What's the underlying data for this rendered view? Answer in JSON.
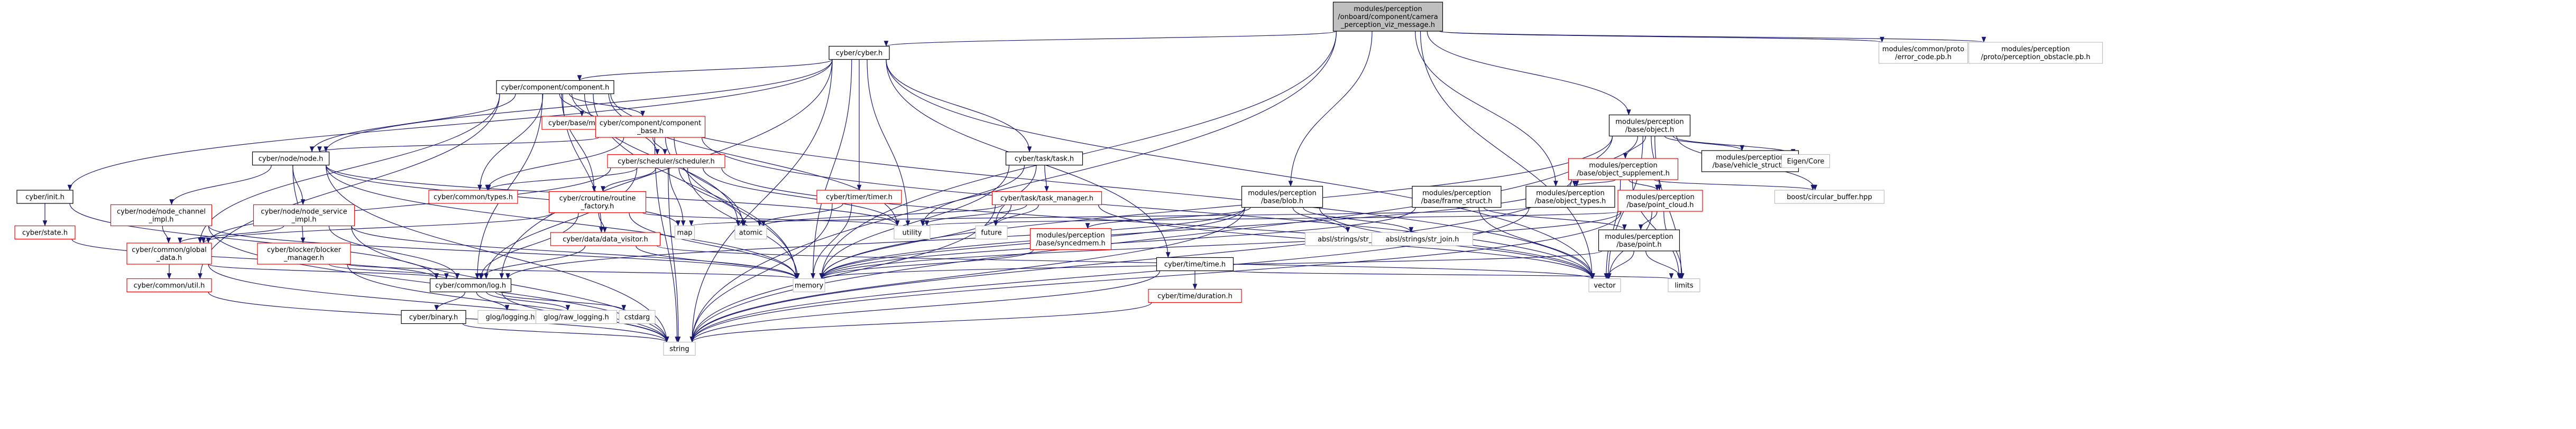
{
  "colors": {
    "root_fill": "#bfbfbf",
    "fill": "#ffffff",
    "border_normal": "#000000",
    "border_incomplete": "#ff0000",
    "border_external": "#bfbfbf",
    "text": "#000000",
    "edge": "#191970"
  },
  "nodes": [
    {
      "id": "root",
      "lines": [
        "modules/perception",
        "/onboard/component/camera",
        "_perception_viz_message.h"
      ],
      "style": "root",
      "link": false
    },
    {
      "id": "cyber_h",
      "lines": [
        "cyber/cyber.h"
      ],
      "style": "normal",
      "link": true
    },
    {
      "id": "error_code",
      "lines": [
        "modules/common/proto",
        "/error_code.pb.h"
      ],
      "style": "external",
      "link": false
    },
    {
      "id": "perception_obstacle",
      "lines": [
        "modules/perception",
        "/proto/perception_obstacle.pb.h"
      ],
      "style": "external",
      "link": false
    },
    {
      "id": "object_h",
      "lines": [
        "modules/perception",
        "/base/object.h"
      ],
      "style": "normal",
      "link": true
    },
    {
      "id": "component_h",
      "lines": [
        "cyber/component/component.h"
      ],
      "style": "normal",
      "link": true
    },
    {
      "id": "init_h",
      "lines": [
        "cyber/init.h"
      ],
      "style": "normal",
      "link": true
    },
    {
      "id": "state_h",
      "lines": [
        "cyber/state.h"
      ],
      "style": "incomplete",
      "link": true
    },
    {
      "id": "base_macros",
      "lines": [
        "cyber/base/macros.h"
      ],
      "style": "incomplete",
      "link": true
    },
    {
      "id": "component_base",
      "lines": [
        "cyber/component/component",
        "_base.h"
      ],
      "style": "incomplete",
      "link": true
    },
    {
      "id": "node_h",
      "lines": [
        "cyber/node/node.h"
      ],
      "style": "normal",
      "link": true
    },
    {
      "id": "scheduler_h",
      "lines": [
        "cyber/scheduler/scheduler.h"
      ],
      "style": "incomplete",
      "link": true
    },
    {
      "id": "timer_h",
      "lines": [
        "cyber/timer/timer.h"
      ],
      "style": "incomplete",
      "link": true
    },
    {
      "id": "task_h",
      "lines": [
        "cyber/task/task.h"
      ],
      "style": "normal",
      "link": true
    },
    {
      "id": "task_manager",
      "lines": [
        "cyber/task/task_manager.h"
      ],
      "style": "incomplete",
      "link": true
    },
    {
      "id": "blob_h",
      "lines": [
        "modules/perception",
        "/base/blob.h"
      ],
      "style": "normal",
      "link": true
    },
    {
      "id": "time_h",
      "lines": [
        "cyber/time/time.h"
      ],
      "style": "normal",
      "link": true
    },
    {
      "id": "node_channel",
      "lines": [
        "cyber/node/node_channel",
        "_impl.h"
      ],
      "style": "incomplete",
      "link": true
    },
    {
      "id": "node_service",
      "lines": [
        "cyber/node/node_service",
        "_impl.h"
      ],
      "style": "incomplete",
      "link": true
    },
    {
      "id": "blocker_mgr",
      "lines": [
        "cyber/blocker/blocker",
        "_manager.h"
      ],
      "style": "incomplete",
      "link": true
    },
    {
      "id": "common_types",
      "lines": [
        "cyber/common/types.h"
      ],
      "style": "incomplete",
      "link": true
    },
    {
      "id": "routine_factory",
      "lines": [
        "cyber/croutine/routine",
        "_factory.h"
      ],
      "style": "incomplete",
      "link": true
    },
    {
      "id": "data_visitor",
      "lines": [
        "cyber/data/data_visitor.h"
      ],
      "style": "incomplete",
      "link": true
    },
    {
      "id": "global_data",
      "lines": [
        "cyber/common/global",
        "_data.h"
      ],
      "style": "incomplete",
      "link": true
    },
    {
      "id": "util_h",
      "lines": [
        "cyber/common/util.h"
      ],
      "style": "incomplete",
      "link": true
    },
    {
      "id": "log_h",
      "lines": [
        "cyber/common/log.h"
      ],
      "style": "normal",
      "link": true
    },
    {
      "id": "binary_h",
      "lines": [
        "cyber/binary.h"
      ],
      "style": "normal",
      "link": true
    },
    {
      "id": "glog",
      "lines": [
        "glog/logging.h"
      ],
      "style": "external",
      "link": false
    },
    {
      "id": "glog_raw",
      "lines": [
        "glog/raw_logging.h"
      ],
      "style": "external",
      "link": false
    },
    {
      "id": "cstdarg",
      "lines": [
        "cstdarg"
      ],
      "style": "external",
      "link": false
    },
    {
      "id": "string",
      "lines": [
        "string"
      ],
      "style": "external",
      "link": false
    },
    {
      "id": "memory",
      "lines": [
        "memory"
      ],
      "style": "external",
      "link": false
    },
    {
      "id": "vector",
      "lines": [
        "vector"
      ],
      "style": "external",
      "link": false
    },
    {
      "id": "utility",
      "lines": [
        "utility"
      ],
      "style": "external",
      "link": false
    },
    {
      "id": "map",
      "lines": [
        "map"
      ],
      "style": "external",
      "link": false
    },
    {
      "id": "atomic",
      "lines": [
        "atomic"
      ],
      "style": "external",
      "link": false
    },
    {
      "id": "future",
      "lines": [
        "future"
      ],
      "style": "external",
      "link": false
    },
    {
      "id": "limits",
      "lines": [
        "limits"
      ],
      "style": "external",
      "link": false
    },
    {
      "id": "syncedmem",
      "lines": [
        "modules/perception",
        "/base/syncedmem.h"
      ],
      "style": "incomplete",
      "link": true
    },
    {
      "id": "time_duration",
      "lines": [
        "cyber/time/duration.h"
      ],
      "style": "incomplete",
      "link": true
    },
    {
      "id": "str_cat",
      "lines": [
        "absl/strings/str_cat.h"
      ],
      "style": "external",
      "link": false
    },
    {
      "id": "str_join",
      "lines": [
        "absl/strings/str_join.h"
      ],
      "style": "external",
      "link": false
    },
    {
      "id": "frame_struct",
      "lines": [
        "modules/perception",
        "/base/frame_struct.h"
      ],
      "style": "normal",
      "link": true
    },
    {
      "id": "object_types",
      "lines": [
        "modules/perception",
        "/base/object_types.h"
      ],
      "style": "normal",
      "link": true
    },
    {
      "id": "object_supplement",
      "lines": [
        "modules/perception",
        "/base/object_supplement.h"
      ],
      "style": "incomplete",
      "link": true
    },
    {
      "id": "point_cloud",
      "lines": [
        "modules/perception",
        "/base/point_cloud.h"
      ],
      "style": "incomplete",
      "link": true
    },
    {
      "id": "point_h",
      "lines": [
        "modules/perception",
        "/base/point.h"
      ],
      "style": "normal",
      "link": true
    },
    {
      "id": "vehicle_struct",
      "lines": [
        "modules/perception",
        "/base/vehicle_struct.h"
      ],
      "style": "normal",
      "link": true
    },
    {
      "id": "eigen_core",
      "lines": [
        "Eigen/Core"
      ],
      "style": "external",
      "link": false
    },
    {
      "id": "circular_buffer",
      "lines": [
        "boost/circular_buffer.hpp"
      ],
      "style": "external",
      "link": false
    }
  ],
  "edges": [
    [
      "root",
      "cyber_h"
    ],
    [
      "root",
      "error_code"
    ],
    [
      "root",
      "perception_obstacle"
    ],
    [
      "root",
      "object_h"
    ],
    [
      "root",
      "blob_h"
    ],
    [
      "root",
      "object_types"
    ],
    [
      "root",
      "string"
    ],
    [
      "root",
      "memory"
    ],
    [
      "root",
      "vector"
    ],
    [
      "cyber_h",
      "component_h"
    ],
    [
      "cyber_h",
      "init_h"
    ],
    [
      "cyber_h",
      "node_h"
    ],
    [
      "cyber_h",
      "timer_h"
    ],
    [
      "cyber_h",
      "task_h"
    ],
    [
      "cyber_h",
      "time_h"
    ],
    [
      "cyber_h",
      "log_h"
    ],
    [
      "cyber_h",
      "string"
    ],
    [
      "cyber_h",
      "memory"
    ],
    [
      "cyber_h",
      "utility"
    ],
    [
      "cyber_h",
      "vector"
    ],
    [
      "component_h",
      "base_macros"
    ],
    [
      "component_h",
      "component_base"
    ],
    [
      "component_h",
      "scheduler_h"
    ],
    [
      "component_h",
      "node_h"
    ],
    [
      "component_h",
      "common_types"
    ],
    [
      "component_h",
      "routine_factory"
    ],
    [
      "component_h",
      "data_visitor"
    ],
    [
      "component_h",
      "global_data"
    ],
    [
      "component_h",
      "util_h"
    ],
    [
      "component_h",
      "log_h"
    ],
    [
      "component_h",
      "memory"
    ],
    [
      "component_h",
      "utility"
    ],
    [
      "component_h",
      "vector"
    ],
    [
      "component_h",
      "atomic"
    ],
    [
      "init_h",
      "state_h"
    ],
    [
      "init_h",
      "log_h"
    ],
    [
      "state_h",
      "log_h"
    ],
    [
      "component_base",
      "node_h"
    ],
    [
      "component_base",
      "scheduler_h"
    ],
    [
      "component_base",
      "common_types"
    ],
    [
      "component_base",
      "string"
    ],
    [
      "component_base",
      "memory"
    ],
    [
      "component_base",
      "vector"
    ],
    [
      "component_base",
      "atomic"
    ],
    [
      "node_h",
      "node_channel"
    ],
    [
      "node_h",
      "node_service"
    ],
    [
      "node_h",
      "blocker_mgr"
    ],
    [
      "node_h",
      "map"
    ],
    [
      "node_h",
      "memory"
    ],
    [
      "node_h",
      "string"
    ],
    [
      "node_h",
      "utility"
    ],
    [
      "node_channel",
      "global_data"
    ],
    [
      "node_channel",
      "memory"
    ],
    [
      "node_channel",
      "string"
    ],
    [
      "node_service",
      "global_data"
    ],
    [
      "node_service",
      "string"
    ],
    [
      "node_service",
      "log_h"
    ],
    [
      "node_service",
      "memory"
    ],
    [
      "blocker_mgr",
      "memory"
    ],
    [
      "blocker_mgr",
      "string"
    ],
    [
      "blocker_mgr",
      "log_h"
    ],
    [
      "scheduler_h",
      "common_types"
    ],
    [
      "scheduler_h",
      "routine_factory"
    ],
    [
      "scheduler_h",
      "global_data"
    ],
    [
      "scheduler_h",
      "log_h"
    ],
    [
      "scheduler_h",
      "map"
    ],
    [
      "scheduler_h",
      "atomic"
    ],
    [
      "scheduler_h",
      "memory"
    ],
    [
      "scheduler_h",
      "string"
    ],
    [
      "scheduler_h",
      "utility"
    ],
    [
      "scheduler_h",
      "vector"
    ],
    [
      "routine_factory",
      "data_visitor"
    ],
    [
      "routine_factory",
      "global_data"
    ],
    [
      "routine_factory",
      "log_h"
    ],
    [
      "routine_factory",
      "memory"
    ],
    [
      "routine_factory",
      "utility"
    ],
    [
      "data_visitor",
      "log_h"
    ],
    [
      "data_visitor",
      "memory"
    ],
    [
      "data_visitor",
      "vector"
    ],
    [
      "global_data",
      "util_h"
    ],
    [
      "global_data",
      "log_h"
    ],
    [
      "global_data",
      "string"
    ],
    [
      "util_h",
      "string"
    ],
    [
      "log_h",
      "binary_h"
    ],
    [
      "log_h",
      "glog"
    ],
    [
      "log_h",
      "glog_raw"
    ],
    [
      "log_h",
      "cstdarg"
    ],
    [
      "log_h",
      "string"
    ],
    [
      "binary_h",
      "string"
    ],
    [
      "timer_h",
      "memory"
    ],
    [
      "timer_h",
      "atomic"
    ],
    [
      "timer_h",
      "string"
    ],
    [
      "task_h",
      "task_manager"
    ],
    [
      "task_h",
      "future"
    ],
    [
      "task_h",
      "utility"
    ],
    [
      "task_h",
      "memory"
    ],
    [
      "task_manager",
      "string"
    ],
    [
      "task_manager",
      "utility"
    ],
    [
      "task_manager",
      "memory"
    ],
    [
      "task_manager",
      "vector"
    ],
    [
      "task_manager",
      "atomic"
    ],
    [
      "task_manager",
      "future"
    ],
    [
      "time_h",
      "time_duration"
    ],
    [
      "time_h",
      "string"
    ],
    [
      "time_h",
      "limits"
    ],
    [
      "time_duration",
      "string"
    ],
    [
      "blob_h",
      "syncedmem"
    ],
    [
      "blob_h",
      "str_cat"
    ],
    [
      "blob_h",
      "str_join"
    ],
    [
      "blob_h",
      "log_h"
    ],
    [
      "blob_h",
      "memory"
    ],
    [
      "blob_h",
      "string"
    ],
    [
      "blob_h",
      "vector"
    ],
    [
      "syncedmem",
      "memory"
    ],
    [
      "frame_struct",
      "point_h"
    ],
    [
      "frame_struct",
      "memory"
    ],
    [
      "frame_struct",
      "vector"
    ],
    [
      "object_h",
      "object_supplement"
    ],
    [
      "object_h",
      "object_types"
    ],
    [
      "object_h",
      "point_cloud"
    ],
    [
      "object_h",
      "vehicle_struct"
    ],
    [
      "object_h",
      "eigen_core"
    ],
    [
      "object_h",
      "circular_buffer"
    ],
    [
      "object_h",
      "string"
    ],
    [
      "object_h",
      "vector"
    ],
    [
      "object_h",
      "memory"
    ],
    [
      "object_h",
      "limits"
    ],
    [
      "object_supplement",
      "object_types"
    ],
    [
      "object_supplement",
      "point_cloud"
    ],
    [
      "object_supplement",
      "circular_buffer"
    ],
    [
      "object_supplement",
      "memory"
    ],
    [
      "object_supplement",
      "vector"
    ],
    [
      "object_supplement",
      "limits"
    ],
    [
      "object_supplement",
      "string"
    ],
    [
      "object_types",
      "map"
    ],
    [
      "object_types",
      "string"
    ],
    [
      "point_cloud",
      "point_h"
    ],
    [
      "point_cloud",
      "vector"
    ],
    [
      "point_cloud",
      "memory"
    ],
    [
      "point_cloud",
      "limits"
    ],
    [
      "point_cloud",
      "utility"
    ],
    [
      "point_cloud",
      "string"
    ],
    [
      "point_h",
      "vector"
    ],
    [
      "point_h",
      "limits"
    ],
    [
      "point_h",
      "memory"
    ]
  ]
}
